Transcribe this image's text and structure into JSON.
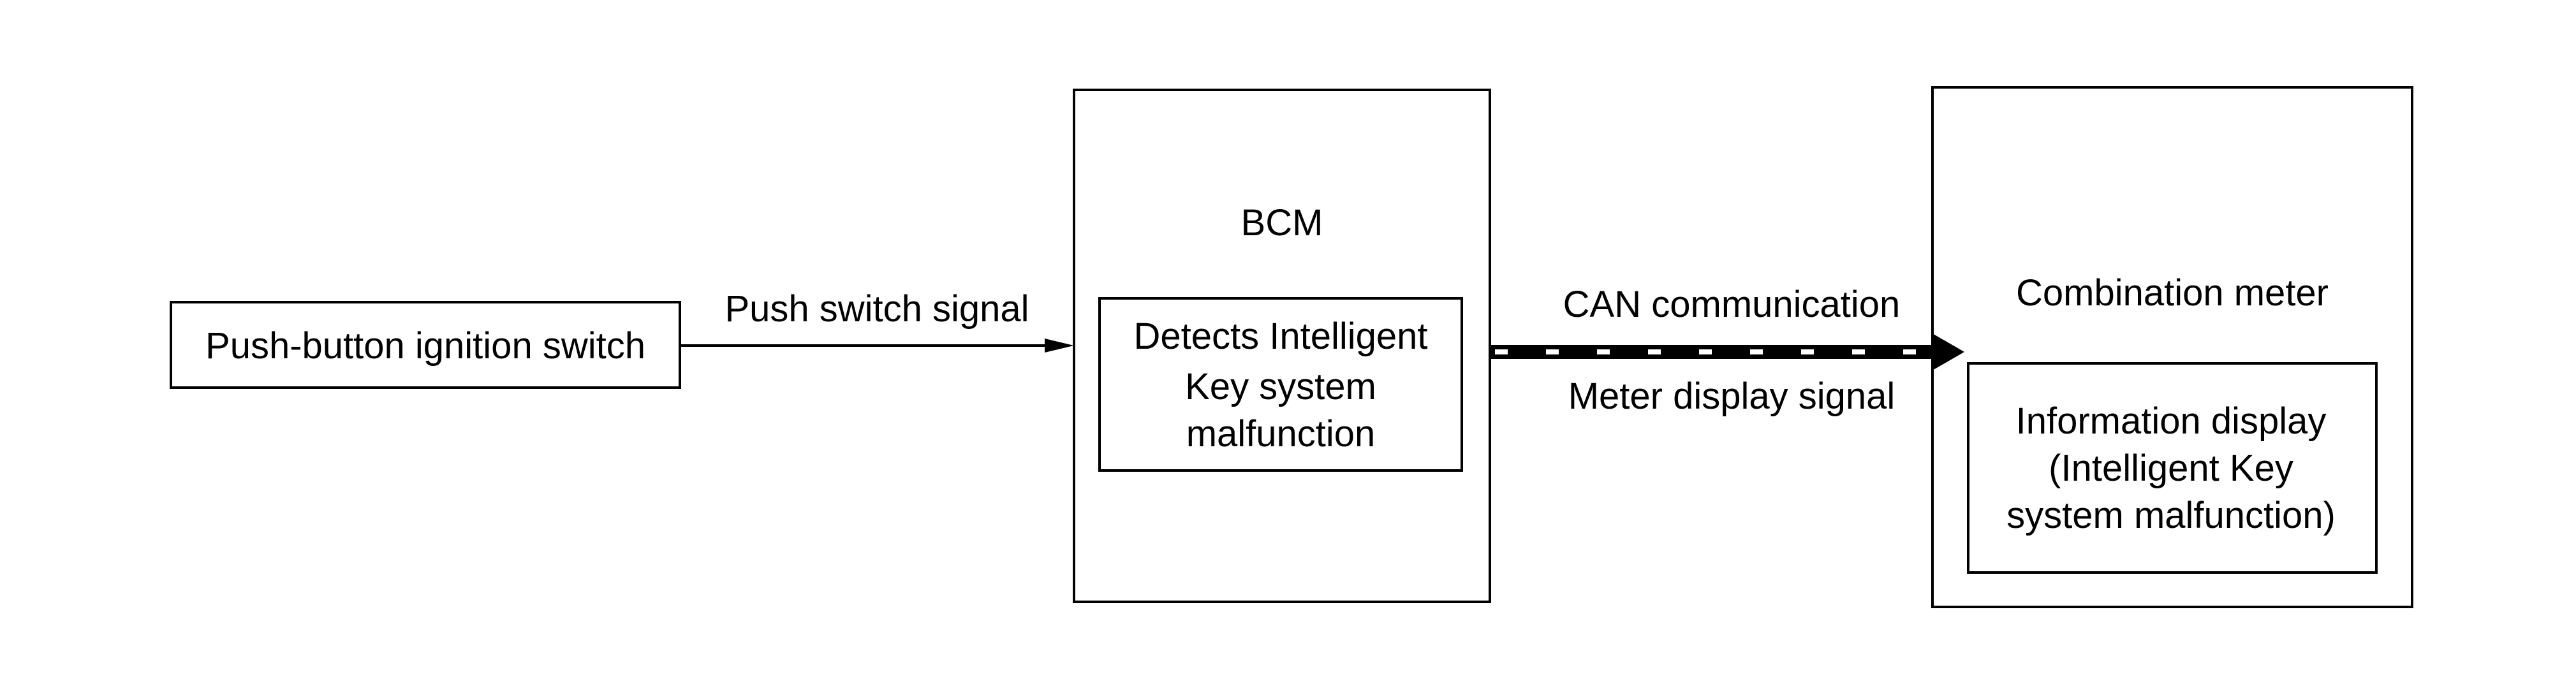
{
  "nodes": {
    "ignition_switch": {
      "label": "Push-button ignition switch"
    },
    "bcm": {
      "title": "BCM",
      "inner_lines": [
        "Detects Intelligent",
        "Key system",
        "malfunction"
      ]
    },
    "combination_meter": {
      "title": "Combination meter",
      "inner_lines": [
        "Information display",
        "(Intelligent Key",
        "system malfunction)"
      ]
    }
  },
  "edges": {
    "push_switch": {
      "label": "Push switch signal"
    },
    "can": {
      "label_top": "CAN communication",
      "label_bottom": "Meter display signal"
    }
  }
}
